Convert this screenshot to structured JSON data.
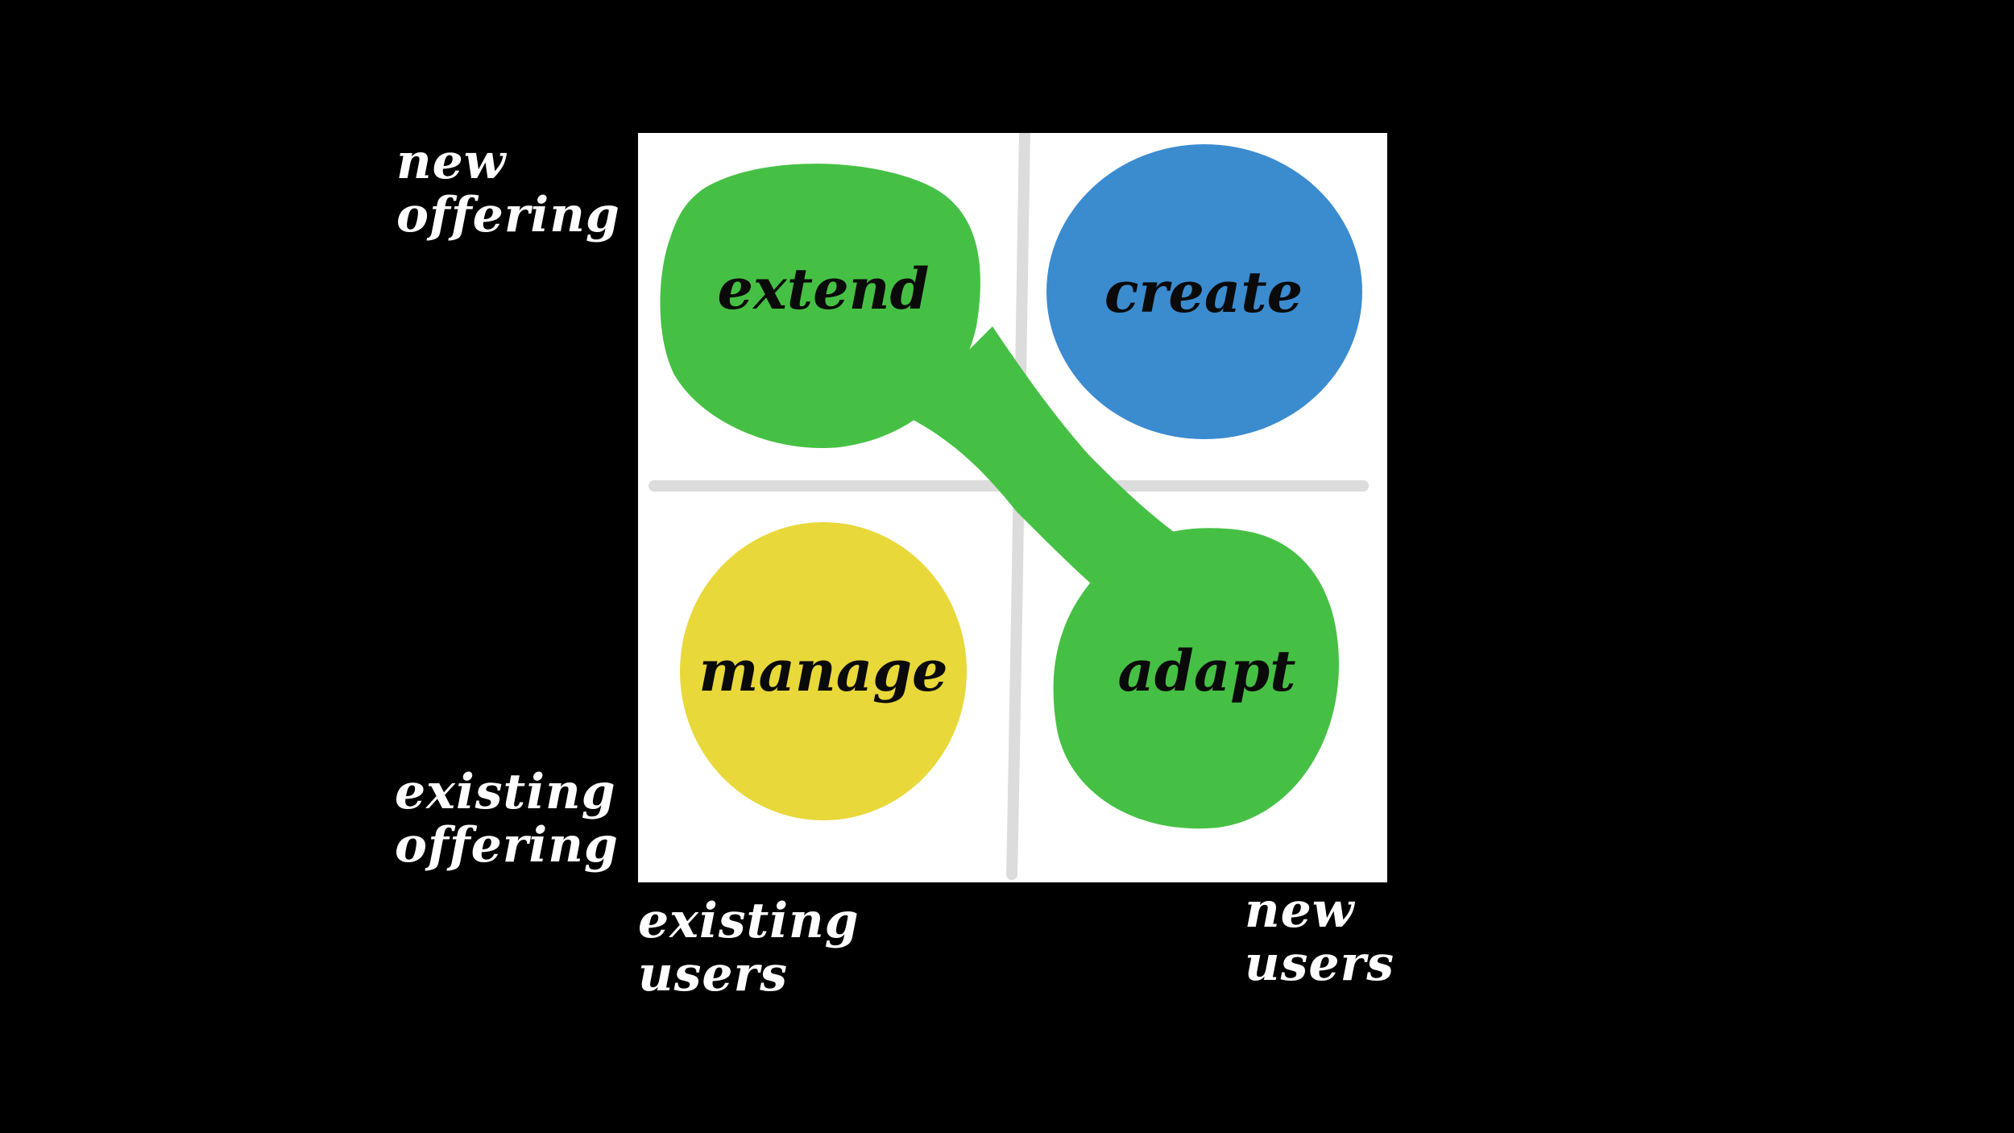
{
  "axes": {
    "y_top": [
      "new",
      "offering"
    ],
    "y_bottom": [
      "existing",
      "offering"
    ],
    "x_left": [
      "existing",
      "users"
    ],
    "x_right": [
      "new",
      "users"
    ]
  },
  "quadrants": {
    "top_left": "extend",
    "top_right": "create",
    "bottom_left": "manage",
    "bottom_right": "adapt"
  },
  "colors": {
    "background": "#000000",
    "board": "#ffffff",
    "divider": "#dcdcdc",
    "extend_adapt": "#46c044",
    "create": "#3b8bcf",
    "manage": "#e8d83a",
    "quadrant_text": "#0a0a0a",
    "axis_text": "#ffffff"
  }
}
